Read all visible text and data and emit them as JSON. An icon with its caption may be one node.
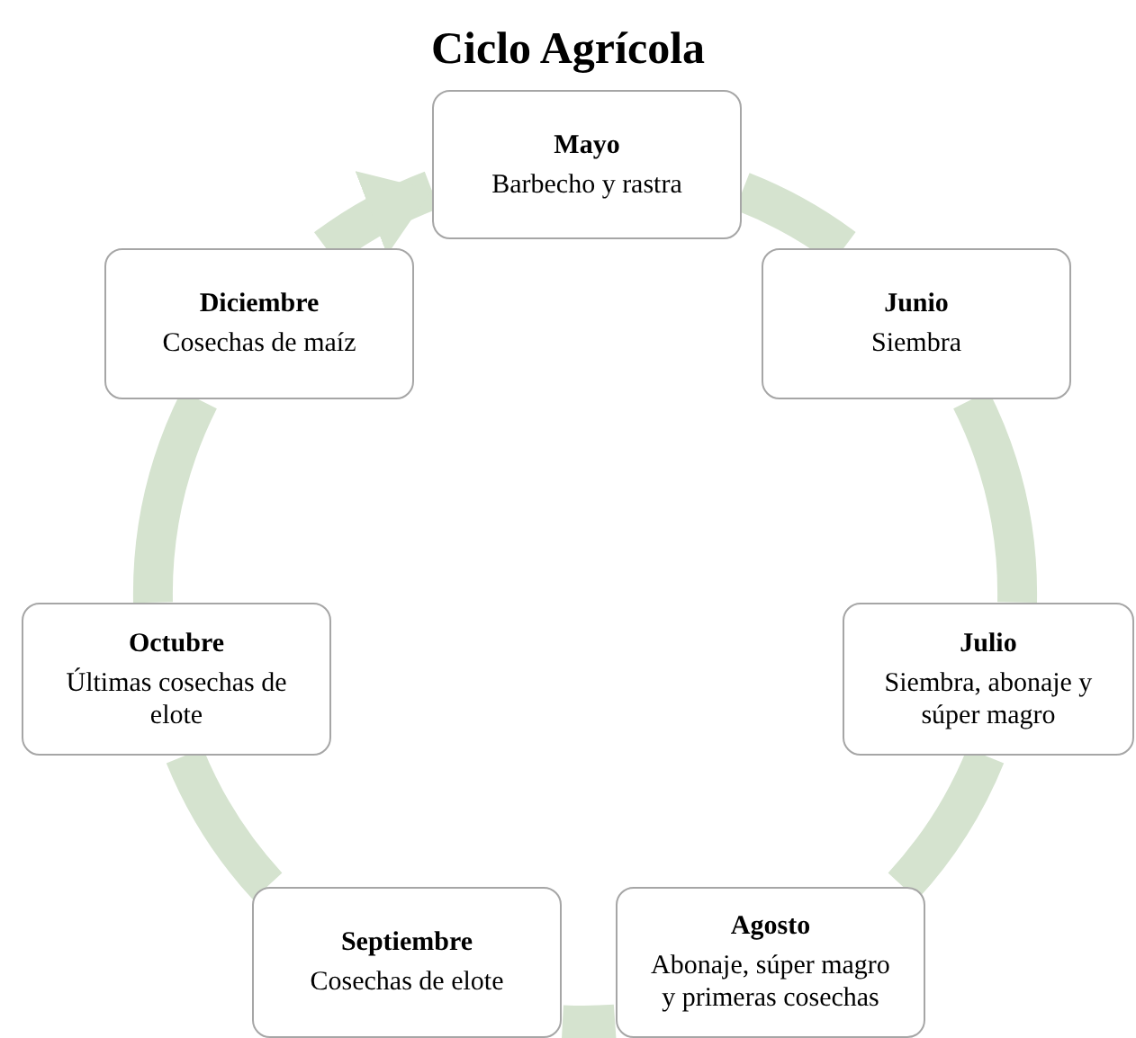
{
  "diagram": {
    "title": "Ciclo Agrícola",
    "nodes": [
      {
        "text": [
          "Mayo",
          "Barbecho y rastra"
        ]
      },
      {
        "text": [
          "Junio",
          "Siembra"
        ]
      },
      {
        "text": [
          "Julio",
          "Siembra, abonaje y súper magro"
        ]
      },
      {
        "text": [
          "Agosto",
          "Abonaje, súper magro y primeras cosechas"
        ]
      },
      {
        "text": [
          "Septiembre",
          "Cosechas de elote"
        ]
      },
      {
        "text": [
          "Octubre",
          "Últimas cosechas de elote"
        ]
      },
      {
        "text": [
          "Diciembre",
          "Cosechas de maíz"
        ]
      }
    ],
    "edges": [
      {
        "from": 0,
        "to": 1,
        "arrow": "none"
      },
      {
        "from": 1,
        "to": 2,
        "arrow": "none"
      },
      {
        "from": 2,
        "to": 3,
        "arrow": "none"
      },
      {
        "from": 3,
        "to": 4,
        "arrow": "none"
      },
      {
        "from": 4,
        "to": 5,
        "arrow": "none"
      },
      {
        "from": 5,
        "to": 6,
        "arrow": "none"
      },
      {
        "from": 6,
        "to": 0,
        "arrow": "to"
      }
    ]
  }
}
